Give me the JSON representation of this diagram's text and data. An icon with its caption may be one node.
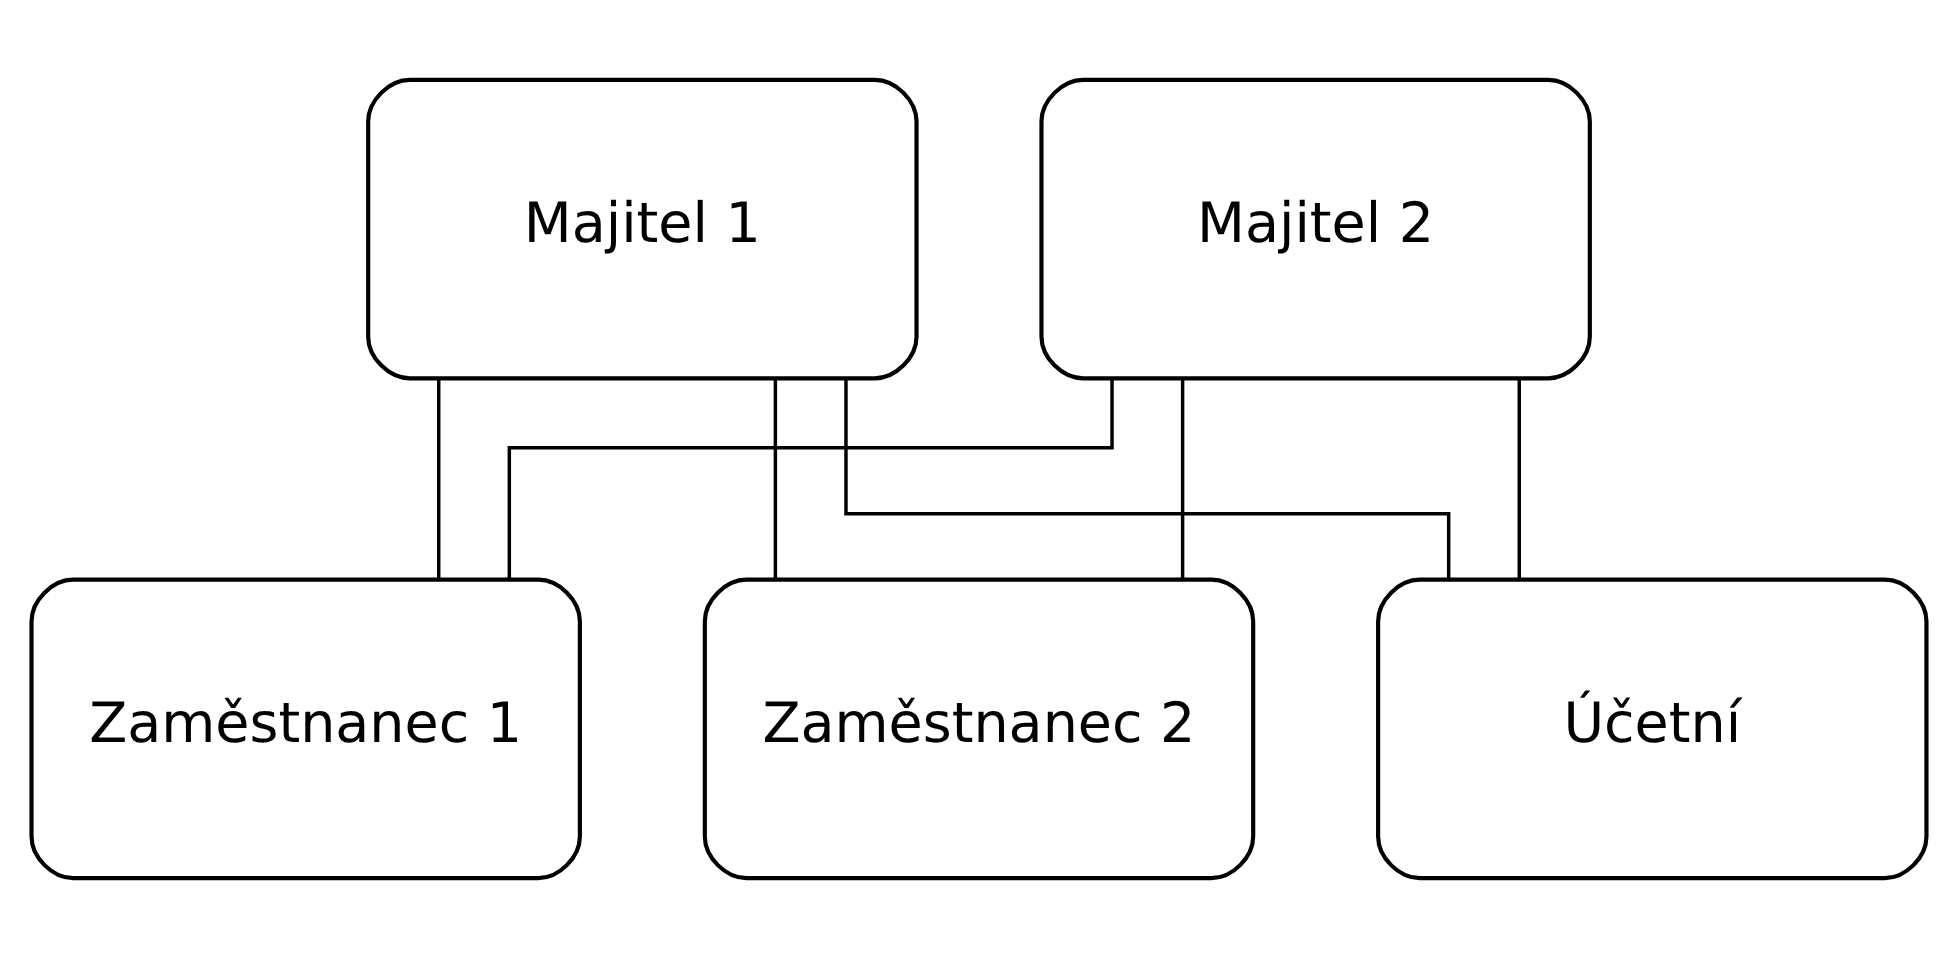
{
  "diagram": {
    "nodes": [
      {
        "text": [
          "Majitel 1"
        ]
      },
      {
        "text": [
          "Majitel 2"
        ]
      },
      {
        "text": [
          "Zaměstnanec 1"
        ]
      },
      {
        "text": [
          "Zaměstnanec 2"
        ]
      },
      {
        "text": [
          "Účetní"
        ]
      }
    ],
    "edges": [
      {
        "from": 0,
        "to": 2,
        "arrow": "none"
      },
      {
        "from": 0,
        "to": 3,
        "arrow": "none"
      },
      {
        "from": 0,
        "to": 4,
        "arrow": "none"
      },
      {
        "from": 1,
        "to": 2,
        "arrow": "none"
      },
      {
        "from": 1,
        "to": 3,
        "arrow": "none"
      },
      {
        "from": 1,
        "to": 4,
        "arrow": "none"
      }
    ]
  }
}
